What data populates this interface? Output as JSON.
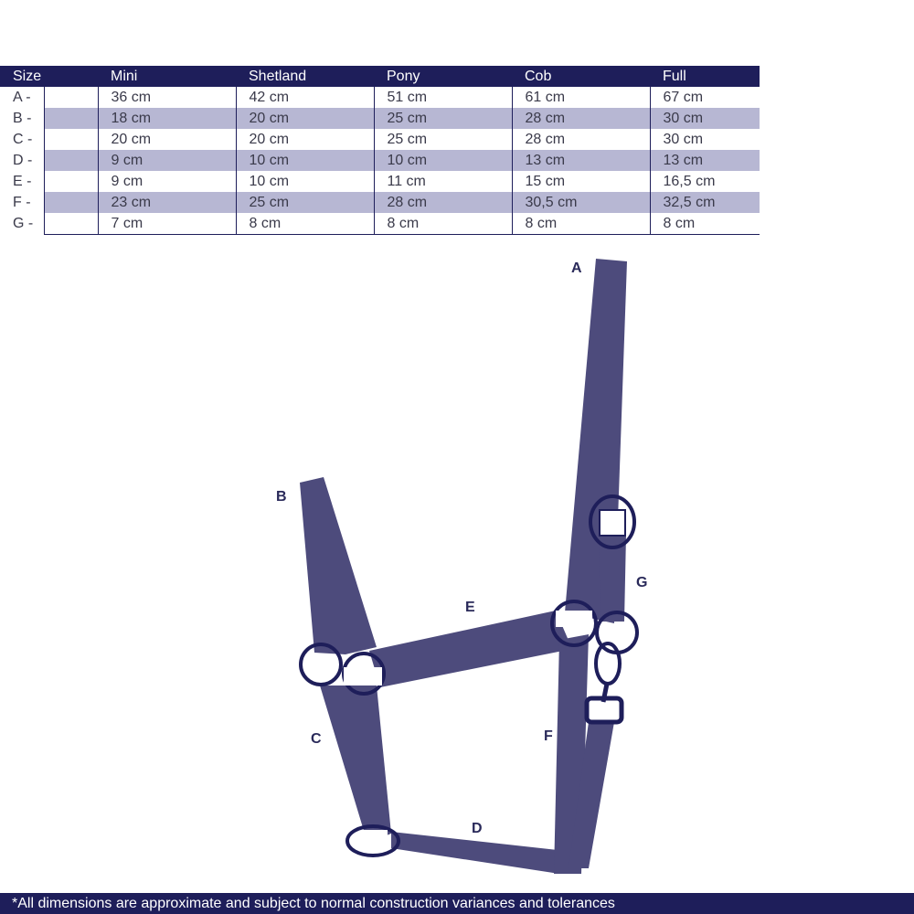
{
  "table": {
    "headers": [
      "Size",
      "Mini",
      "Shetland",
      "Pony",
      "Cob",
      "Full"
    ],
    "rows": [
      {
        "label": "A -",
        "values": [
          "36 cm",
          "42 cm",
          "51 cm",
          "61 cm",
          "67 cm"
        ]
      },
      {
        "label": "B -",
        "values": [
          "18 cm",
          "20 cm",
          "25 cm",
          "28 cm",
          "30 cm"
        ]
      },
      {
        "label": "C -",
        "values": [
          "20 cm",
          "20 cm",
          "25 cm",
          "28 cm",
          "30 cm"
        ]
      },
      {
        "label": "D -",
        "values": [
          "9 cm",
          "10 cm",
          "10 cm",
          "13 cm",
          "13 cm"
        ]
      },
      {
        "label": "E -",
        "values": [
          "9 cm",
          "10 cm",
          "11 cm",
          "15 cm",
          "16,5 cm"
        ]
      },
      {
        "label": "F -",
        "values": [
          "23 cm",
          "25 cm",
          "28 cm",
          "30,5 cm",
          "32,5 cm"
        ]
      },
      {
        "label": "G -",
        "values": [
          "7 cm",
          "8 cm",
          "8 cm",
          "8 cm",
          "8 cm"
        ]
      }
    ]
  },
  "diagram": {
    "labels": {
      "A": "A",
      "B": "B",
      "C": "C",
      "D": "D",
      "E": "E",
      "F": "F",
      "G": "G"
    },
    "colors": {
      "strap": "#4d4b7c",
      "ring": "#1e1e5a"
    }
  },
  "footer": {
    "note": "*All dimensions are approximate and subject to normal construction variances and tolerances"
  }
}
